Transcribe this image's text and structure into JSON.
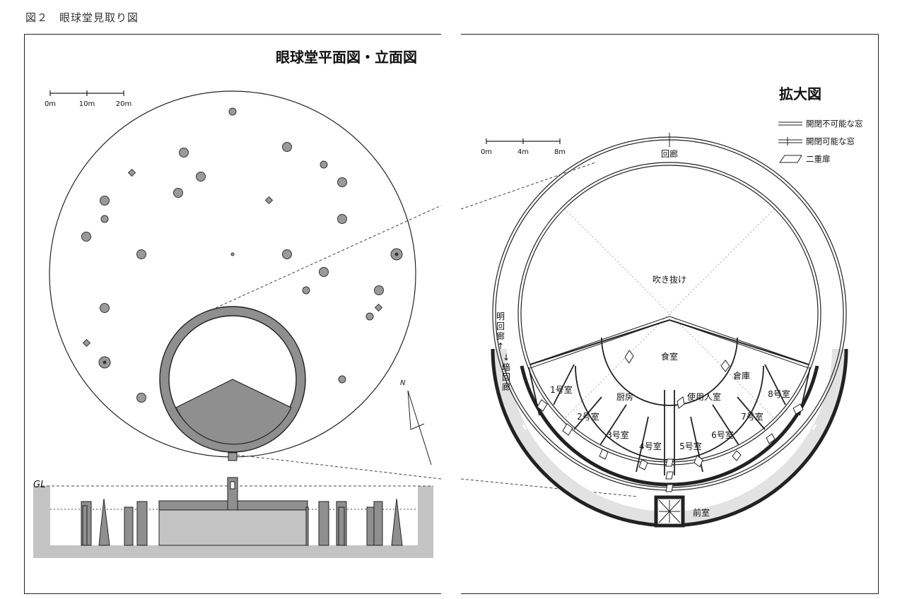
{
  "figure_caption": "図２　眼球堂見取り図",
  "left": {
    "title": "眼球堂平面図・立面図",
    "scale": [
      "0m",
      "10m",
      "20m"
    ],
    "north": "N",
    "gl": "GL"
  },
  "right": {
    "title": "拡大図",
    "scale": [
      "0m",
      "4m",
      "8m"
    ],
    "legend": {
      "fixed_window": "開閉不可能な窓",
      "opening_window": "開閉可能な窓",
      "double_door": "二重扉"
    },
    "labels": {
      "corridor": "回廊",
      "atrium": "吹き抜け",
      "dining": "食室",
      "kitchen": "厨房",
      "servant": "使用人室",
      "storage": "倉庫",
      "anteroom": "前室",
      "bright_corridor": [
        "明",
        "回",
        "廊"
      ],
      "dark_corridor": [
        "暗",
        "回",
        "廊"
      ],
      "arrow_up": "↑",
      "arrow_down": "↓"
    },
    "rooms": [
      "1号室",
      "2号室",
      "3号室",
      "4号室",
      "5号室",
      "6号室",
      "7号室",
      "8号室"
    ]
  },
  "colors": {
    "pillar_fill": "#9a9a9a",
    "building_fill": "#8f8f8f",
    "ground_fill": "#c4c4c4",
    "dark_corridor_fill": "#e2e2e2",
    "line": "#222222"
  }
}
